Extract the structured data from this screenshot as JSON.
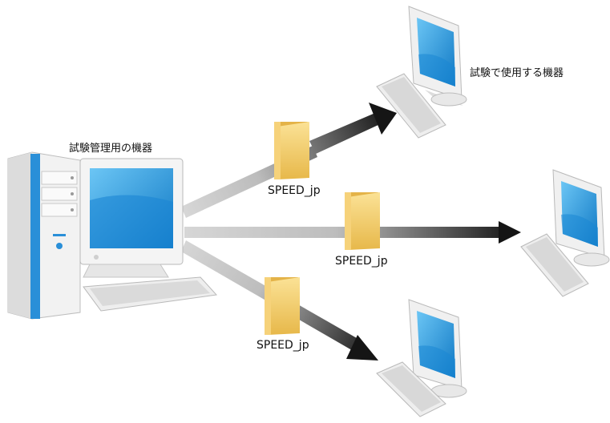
{
  "labels": {
    "admin_device": "試験管理用の機器",
    "test_devices": "試験で使用する機器"
  },
  "folders": [
    {
      "label": "SPEED_jp"
    },
    {
      "label": "SPEED_jp"
    },
    {
      "label": "SPEED_jp"
    }
  ],
  "icons": {
    "admin": "desktop-tower-computer-icon",
    "client": "desktop-computer-icon",
    "folder": "folder-icon"
  },
  "colors": {
    "screen_blue": "#1b8fd6",
    "tower_blue": "#2a8fd8",
    "folder_yellow": "#f3c95c",
    "arrow_dark": "#1a1a1a",
    "arrow_light": "#d2d2d2"
  }
}
